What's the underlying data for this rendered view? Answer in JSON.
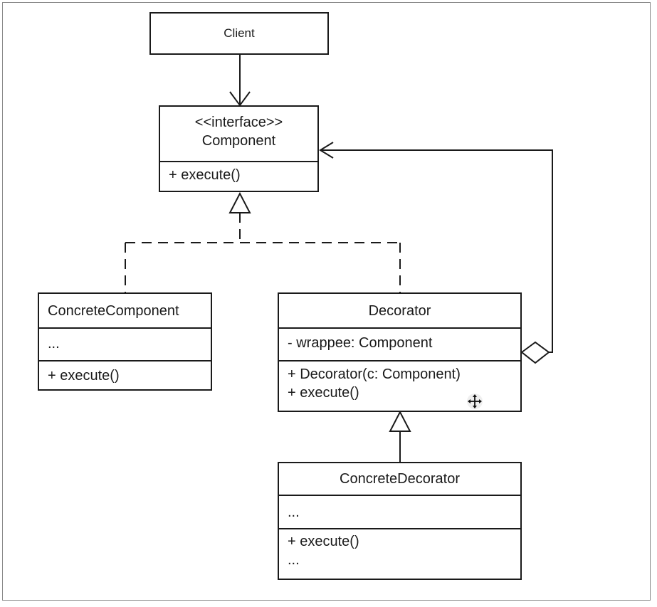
{
  "client": {
    "name": "Client"
  },
  "component": {
    "stereotype": "<<interface>>",
    "name": "Component",
    "methods": [
      "+ execute()"
    ]
  },
  "concrete_component": {
    "name": "ConcreteComponent",
    "fields": [
      "..."
    ],
    "methods": [
      "+ execute()"
    ]
  },
  "decorator": {
    "name": "Decorator",
    "fields": [
      "- wrappee: Component"
    ],
    "methods": [
      "+ Decorator(c: Component)",
      "+ execute()"
    ]
  },
  "concrete_decorator": {
    "name": "ConcreteDecorator",
    "fields": [
      "..."
    ],
    "methods": [
      "+ execute()",
      "..."
    ]
  },
  "cursor": {
    "icon": "move-cursor-icon"
  }
}
